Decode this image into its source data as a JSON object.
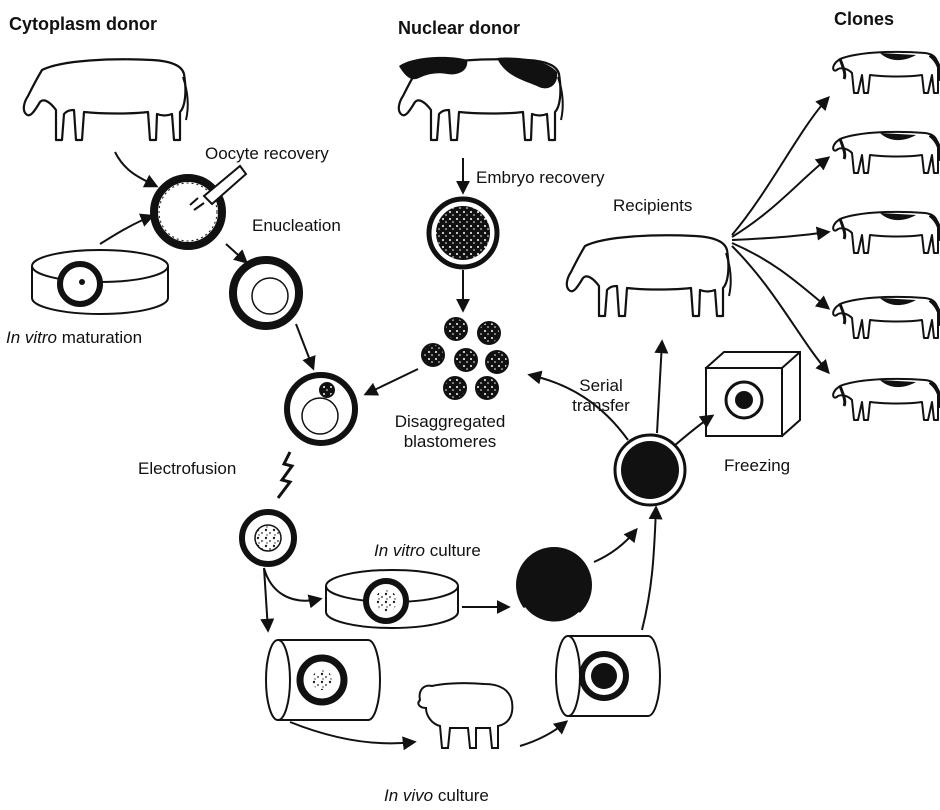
{
  "headers": {
    "cytoplasm_donor": "Cytoplasm donor",
    "nuclear_donor": "Nuclear donor",
    "clones": "Clones"
  },
  "labels": {
    "oocyte_recovery": "Oocyte recovery",
    "embryo_recovery": "Embryo recovery",
    "enucleation": "Enucleation",
    "recipients": "Recipients",
    "in_vitro_maturation_italic": "In vitro",
    "in_vitro_maturation_rest": " maturation",
    "disaggregated_line1": "Disaggregated",
    "disaggregated_line2": "blastomeres",
    "serial_line1": "Serial",
    "serial_line2": "transfer",
    "electrofusion": "Electrofusion",
    "freezing": "Freezing",
    "in_vitro_culture_italic": "In vitro",
    "in_vitro_culture_rest": " culture",
    "in_vivo_culture_italic": "In vivo",
    "in_vivo_culture_rest": " culture"
  },
  "icons": [
    "cow-icon",
    "sheep-icon",
    "cell-icon",
    "culture-dish-icon",
    "freezer-icon",
    "pipette-icon",
    "electric-spark-icon",
    "arrow-icon"
  ]
}
